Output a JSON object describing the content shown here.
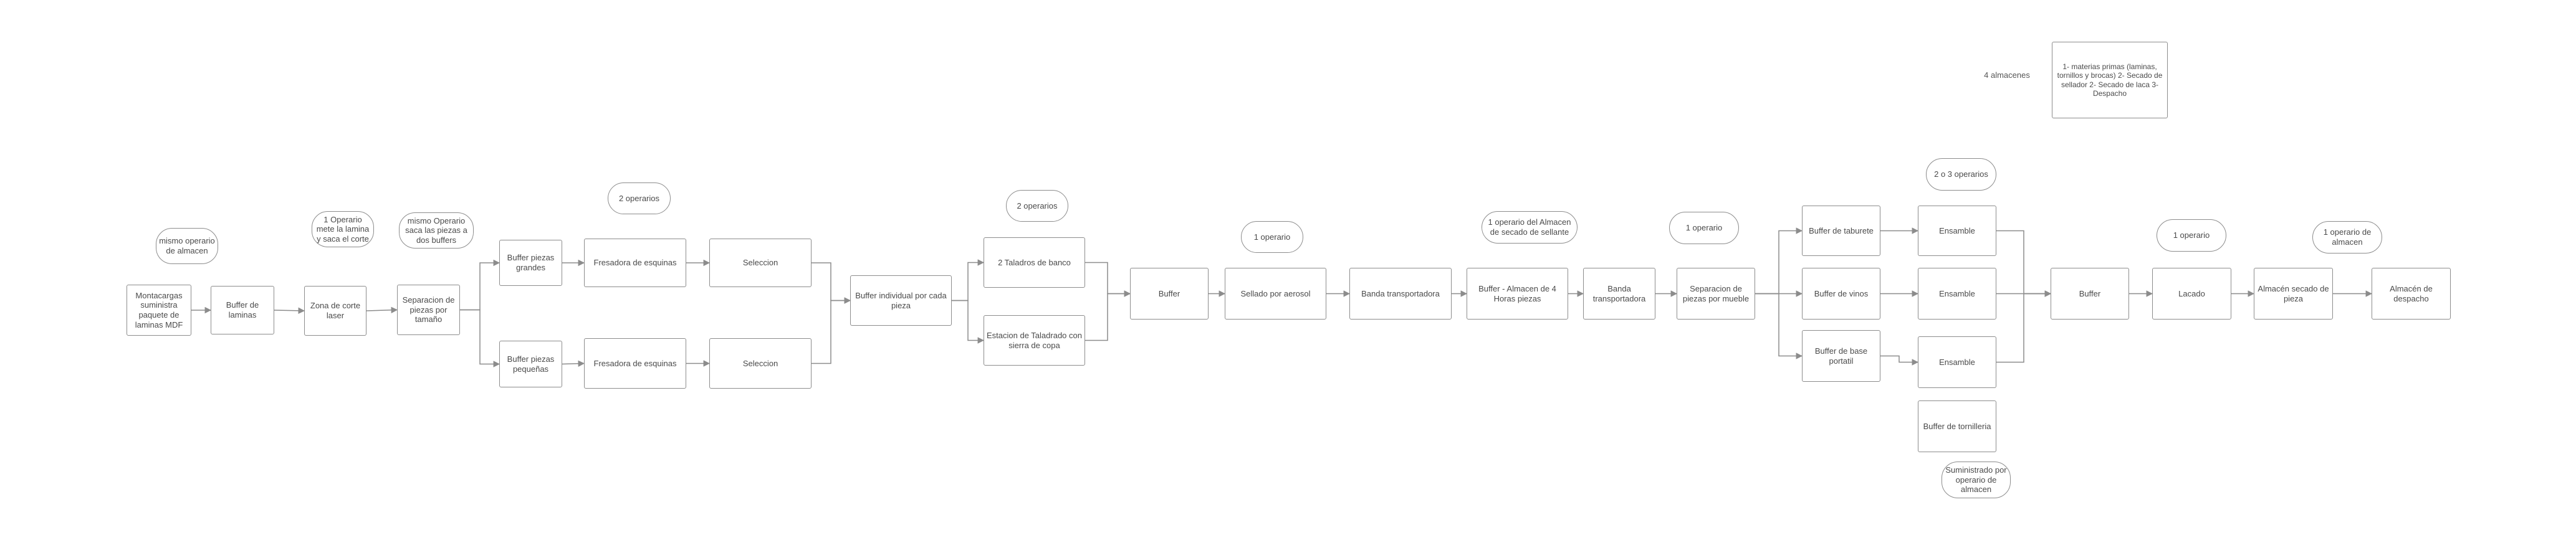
{
  "diagram": {
    "nodes": [
      {
        "id": "montacargas",
        "text": "Montacargas suministra paquete de laminas MDF",
        "shape": "rect"
      },
      {
        "id": "buffer_laminas",
        "text": "Buffer de laminas",
        "shape": "rect"
      },
      {
        "id": "zona_corte",
        "text": "Zona de corte laser",
        "shape": "rect"
      },
      {
        "id": "separacion_tamano",
        "text": "Separacion de piezas por tamaño",
        "shape": "rect"
      },
      {
        "id": "buffer_grandes",
        "text": "Buffer piezas grandes",
        "shape": "rect"
      },
      {
        "id": "buffer_pequenas",
        "text": "Buffer piezas pequeñas",
        "shape": "rect"
      },
      {
        "id": "fresadora_1",
        "text": "Fresadora de esquinas",
        "shape": "rect"
      },
      {
        "id": "fresadora_2",
        "text": "Fresadora de esquinas",
        "shape": "rect"
      },
      {
        "id": "seleccion_1",
        "text": "Seleccion",
        "shape": "rect"
      },
      {
        "id": "seleccion_2",
        "text": "Seleccion",
        "shape": "rect"
      },
      {
        "id": "buffer_individual",
        "text": "Buffer individual por cada pieza",
        "shape": "rect"
      },
      {
        "id": "taladros",
        "text": "2 Taladros de banco",
        "shape": "rect"
      },
      {
        "id": "estacion_taladrado",
        "text": "Estacion de Taladrado con sierra de copa",
        "shape": "rect"
      },
      {
        "id": "buffer_1",
        "text": "Buffer",
        "shape": "rect"
      },
      {
        "id": "sellado",
        "text": "Sellado por aerosol",
        "shape": "rect"
      },
      {
        "id": "banda_1",
        "text": "Banda transportadora",
        "shape": "rect"
      },
      {
        "id": "buffer_almacen",
        "text": "Buffer - Almacen de 4 Horas piezas",
        "shape": "rect"
      },
      {
        "id": "banda_2",
        "text": "Banda transportadora",
        "shape": "rect"
      },
      {
        "id": "separacion_mueble",
        "text": "Separacion de piezas por mueble",
        "shape": "rect"
      },
      {
        "id": "buffer_taburete",
        "text": "Buffer de taburete",
        "shape": "rect"
      },
      {
        "id": "buffer_vinos",
        "text": "Buffer de vinos",
        "shape": "rect"
      },
      {
        "id": "buffer_base",
        "text": "Buffer de base portatil",
        "shape": "rect"
      },
      {
        "id": "ensamble_1",
        "text": "Ensamble",
        "shape": "rect"
      },
      {
        "id": "ensamble_2",
        "text": "Ensamble",
        "shape": "rect"
      },
      {
        "id": "ensamble_3",
        "text": "Ensamble",
        "shape": "rect"
      },
      {
        "id": "buffer_tornilleria",
        "text": "Buffer de tornilleria",
        "shape": "rect"
      },
      {
        "id": "buffer_2",
        "text": "Buffer",
        "shape": "rect"
      },
      {
        "id": "lacado",
        "text": "Lacado",
        "shape": "rect"
      },
      {
        "id": "almacen_secado",
        "text": "Almacén secado de pieza",
        "shape": "rect"
      },
      {
        "id": "almacen_despacho",
        "text": "Almacén de despacho",
        "shape": "rect"
      },
      {
        "id": "almacenes_lista",
        "text": "1- materias primas (laminas, tornillos y brocas) 2- Secado de sellador 2- Secado de laca 3- Despacho",
        "shape": "rect"
      },
      {
        "id": "n_mismo_operario",
        "text": "mismo operario de almacen",
        "shape": "pill"
      },
      {
        "id": "n_operario_corte",
        "text": "1 Operario mete la lamina y saca el corte",
        "shape": "pill"
      },
      {
        "id": "n_mismo_operario_2",
        "text": "mismo Operario saca las piezas a dos buffers",
        "shape": "pill"
      },
      {
        "id": "n_2op_a",
        "text": "2 operarios",
        "shape": "pill"
      },
      {
        "id": "n_2op_b",
        "text": "2 operarios",
        "shape": "pill"
      },
      {
        "id": "n_1op_a",
        "text": "1 operario",
        "shape": "pill"
      },
      {
        "id": "n_op_almacen",
        "text": "1 operario del Almacen de secado de sellante",
        "shape": "pill"
      },
      {
        "id": "n_1op_b",
        "text": "1 operario",
        "shape": "pill"
      },
      {
        "id": "n_2o3",
        "text": "2 o 3 operarios",
        "shape": "pill"
      },
      {
        "id": "n_1op_c",
        "text": "1 operario",
        "shape": "pill"
      },
      {
        "id": "n_1op_almacen",
        "text": "1 operario de almacen",
        "shape": "pill"
      },
      {
        "id": "n_suministrado",
        "text": "Suministrado por operario de almacen",
        "shape": "pill"
      }
    ],
    "labels": [
      {
        "id": "lbl_almacenes",
        "text": "4 almacenes"
      }
    ],
    "edges": [
      [
        "montacargas",
        "buffer_laminas"
      ],
      [
        "buffer_laminas",
        "zona_corte"
      ],
      [
        "zona_corte",
        "separacion_tamano"
      ],
      [
        "separacion_tamano",
        "buffer_grandes"
      ],
      [
        "separacion_tamano",
        "buffer_pequenas"
      ],
      [
        "buffer_grandes",
        "fresadora_1"
      ],
      [
        "buffer_pequenas",
        "fresadora_2"
      ],
      [
        "fresadora_1",
        "seleccion_1"
      ],
      [
        "fresadora_2",
        "seleccion_2"
      ],
      [
        "seleccion_1",
        "buffer_individual"
      ],
      [
        "seleccion_2",
        "buffer_individual"
      ],
      [
        "buffer_individual",
        "taladros"
      ],
      [
        "buffer_individual",
        "estacion_taladrado"
      ],
      [
        "taladros",
        "buffer_1"
      ],
      [
        "estacion_taladrado",
        "buffer_1"
      ],
      [
        "buffer_1",
        "sellado"
      ],
      [
        "sellado",
        "banda_1"
      ],
      [
        "banda_1",
        "buffer_almacen"
      ],
      [
        "buffer_almacen",
        "banda_2"
      ],
      [
        "banda_2",
        "separacion_mueble"
      ],
      [
        "separacion_mueble",
        "buffer_taburete"
      ],
      [
        "separacion_mueble",
        "buffer_vinos"
      ],
      [
        "separacion_mueble",
        "buffer_base"
      ],
      [
        "buffer_taburete",
        "ensamble_1"
      ],
      [
        "buffer_vinos",
        "ensamble_2"
      ],
      [
        "buffer_base",
        "ensamble_3"
      ],
      [
        "ensamble_1",
        "buffer_2"
      ],
      [
        "ensamble_2",
        "buffer_2"
      ],
      [
        "ensamble_3",
        "buffer_2"
      ],
      [
        "buffer_2",
        "lacado"
      ],
      [
        "lacado",
        "almacen_secado"
      ],
      [
        "almacen_secado",
        "almacen_despacho"
      ]
    ],
    "colors": {
      "stroke": "#8c8c8c",
      "text": "#4a4a4a",
      "background": "#ffffff"
    }
  }
}
